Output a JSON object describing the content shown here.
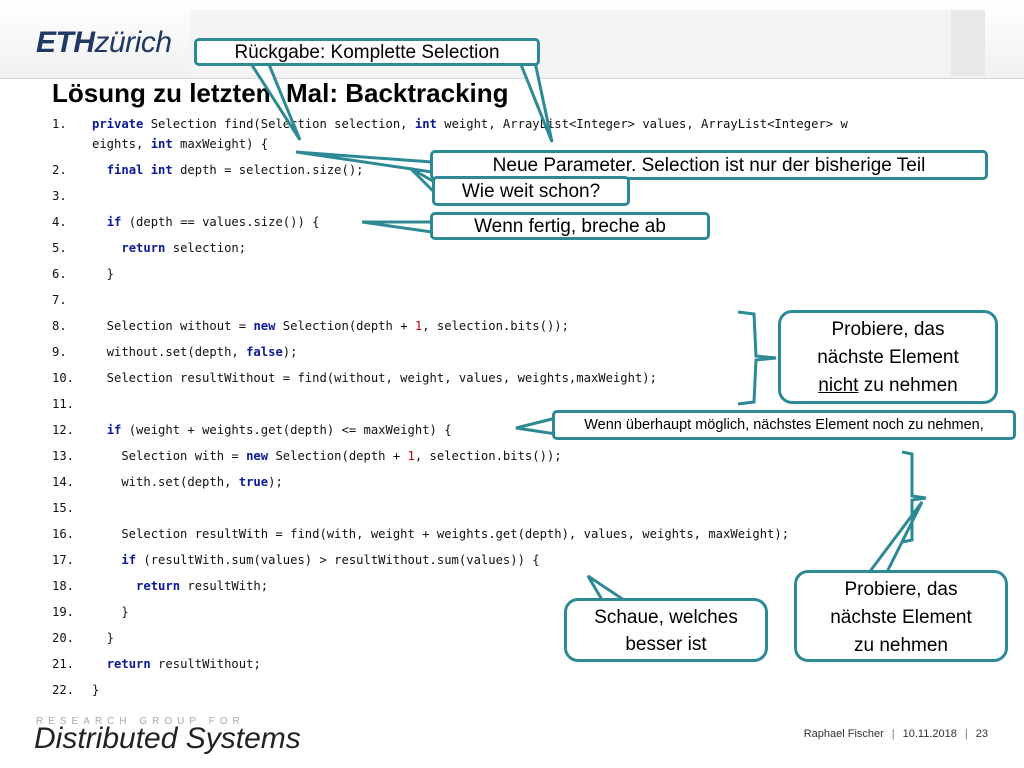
{
  "header": {
    "logo_eth": "ETH",
    "logo_zurich": "zürich",
    "title": "Lösung zu letztem Mal: Backtracking"
  },
  "code_lines": [
    {
      "num": "1.",
      "segs": [
        [
          "kw",
          "private"
        ],
        [
          "t",
          " Selection find(Selection selection, "
        ],
        [
          "kw",
          "int"
        ],
        [
          "t",
          " weight, ArrayList<Integer> values, ArrayList<Integer> w"
        ]
      ]
    },
    {
      "num": "",
      "segs": [
        [
          "t",
          "eights, "
        ],
        [
          "kw",
          "int"
        ],
        [
          "t",
          " maxWeight) {"
        ]
      ]
    },
    {
      "num": "2.",
      "segs": [
        [
          "t",
          "  "
        ],
        [
          "kw",
          "final int"
        ],
        [
          "t",
          " depth = selection.size();"
        ]
      ]
    },
    {
      "num": "3.",
      "segs": []
    },
    {
      "num": "4.",
      "segs": [
        [
          "t",
          "  "
        ],
        [
          "kw",
          "if"
        ],
        [
          "t",
          " (depth == values.size()) {"
        ]
      ]
    },
    {
      "num": "5.",
      "segs": [
        [
          "t",
          "    "
        ],
        [
          "kw",
          "return"
        ],
        [
          "t",
          " selection;"
        ]
      ]
    },
    {
      "num": "6.",
      "segs": [
        [
          "t",
          "  }"
        ]
      ]
    },
    {
      "num": "7.",
      "segs": []
    },
    {
      "num": "8.",
      "segs": [
        [
          "t",
          "  Selection without = "
        ],
        [
          "kw",
          "new"
        ],
        [
          "t",
          " Selection(depth + "
        ],
        [
          "nm",
          "1"
        ],
        [
          "t",
          ", selection.bits());"
        ]
      ]
    },
    {
      "num": "9.",
      "segs": [
        [
          "t",
          "  without.set(depth, "
        ],
        [
          "kw",
          "false"
        ],
        [
          "t",
          ");"
        ]
      ]
    },
    {
      "num": "10.",
      "segs": [
        [
          "t",
          "  Selection resultWithout = find(without, weight, values, weights,maxWeight);"
        ]
      ]
    },
    {
      "num": "11.",
      "segs": []
    },
    {
      "num": "12.",
      "segs": [
        [
          "t",
          "  "
        ],
        [
          "kw",
          "if"
        ],
        [
          "t",
          " (weight + weights.get(depth) <= maxWeight) {"
        ]
      ]
    },
    {
      "num": "13.",
      "segs": [
        [
          "t",
          "    Selection with = "
        ],
        [
          "kw",
          "new"
        ],
        [
          "t",
          " Selection(depth + "
        ],
        [
          "nm",
          "1"
        ],
        [
          "t",
          ", selection.bits());"
        ]
      ]
    },
    {
      "num": "14.",
      "segs": [
        [
          "t",
          "    with.set(depth, "
        ],
        [
          "kw",
          "true"
        ],
        [
          "t",
          ");"
        ]
      ]
    },
    {
      "num": "15.",
      "segs": []
    },
    {
      "num": "16.",
      "segs": [
        [
          "t",
          "    Selection resultWith = find(with, weight + weights.get(depth), values, weights, maxWeight);"
        ]
      ]
    },
    {
      "num": "17.",
      "segs": [
        [
          "t",
          "    "
        ],
        [
          "kw",
          "if"
        ],
        [
          "t",
          " (resultWith.sum(values) > resultWithout.sum(values)) {"
        ]
      ]
    },
    {
      "num": "18.",
      "segs": [
        [
          "t",
          "      "
        ],
        [
          "kw",
          "return"
        ],
        [
          "t",
          " resultWith;"
        ]
      ]
    },
    {
      "num": "19.",
      "segs": [
        [
          "t",
          "    }"
        ]
      ]
    },
    {
      "num": "20.",
      "segs": [
        [
          "t",
          "  }"
        ]
      ]
    },
    {
      "num": "21.",
      "segs": [
        [
          "t",
          "  "
        ],
        [
          "kw",
          "return"
        ],
        [
          "t",
          " resultWithout;"
        ]
      ]
    },
    {
      "num": "22.",
      "segs": [
        [
          "t",
          "}"
        ]
      ]
    }
  ],
  "callouts": {
    "rueckgabe": "Rückgabe: Komplette Selection",
    "neue_parameter": "Neue Parameter. Selection ist nur der bisherige Teil",
    "wie_weit": "Wie weit schon?",
    "wenn_fertig": "Wenn fertig, breche ab",
    "probiere_nicht_1": "Probiere, das",
    "probiere_nicht_2": "nächste Element",
    "probiere_nicht_3a": "nicht",
    "probiere_nicht_3b": " zu nehmen",
    "wenn_moeglich": "Wenn überhaupt möglich, nächstes Element noch zu nehmen,",
    "probiere_1": "Probiere, das",
    "probiere_2": "nächste Element",
    "probiere_3": "zu nehmen",
    "schaue_1": "Schaue, welches",
    "schaue_2": "besser ist"
  },
  "footer": {
    "group_label": "RESEARCH GROUP FOR",
    "group_name": "Distributed Systems",
    "author": "Raphael Fischer",
    "date": "10.11.2018",
    "page": "23"
  },
  "colors": {
    "accent": "#2d8a95",
    "keyword": "#0b1a9c",
    "number": "#c0000d",
    "logo": "#1f3864"
  }
}
